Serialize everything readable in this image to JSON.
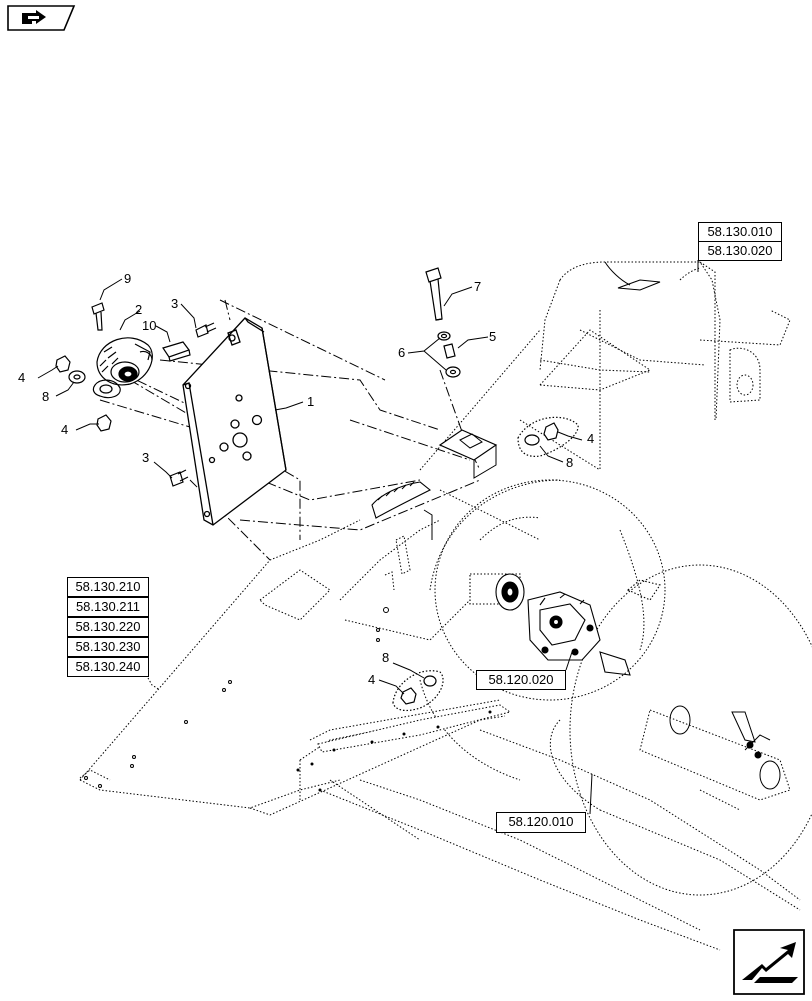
{
  "references": {
    "ref_58_130_010": "58.130.010",
    "ref_58_130_020": "58.130.020",
    "ref_58_130_210": "58.130.210",
    "ref_58_130_211": "58.130.211",
    "ref_58_130_220": "58.130.220",
    "ref_58_130_230": "58.130.230",
    "ref_58_130_240": "58.130.240",
    "ref_58_120_020": "58.120.020",
    "ref_58_120_010": "58.120.010"
  },
  "callouts": {
    "c9": "9",
    "c2": "2",
    "c3a": "3",
    "c10": "10",
    "c4a": "4",
    "c8a": "8",
    "c4b": "4",
    "c1": "1",
    "c3b": "3",
    "c7": "7",
    "c5": "5",
    "c6": "6",
    "c4c": "4",
    "c8b": "8",
    "c8c": "8",
    "c4d": "4"
  },
  "icons": {
    "top_left": "previous-page-icon",
    "bottom_right": "next-page-icon"
  }
}
